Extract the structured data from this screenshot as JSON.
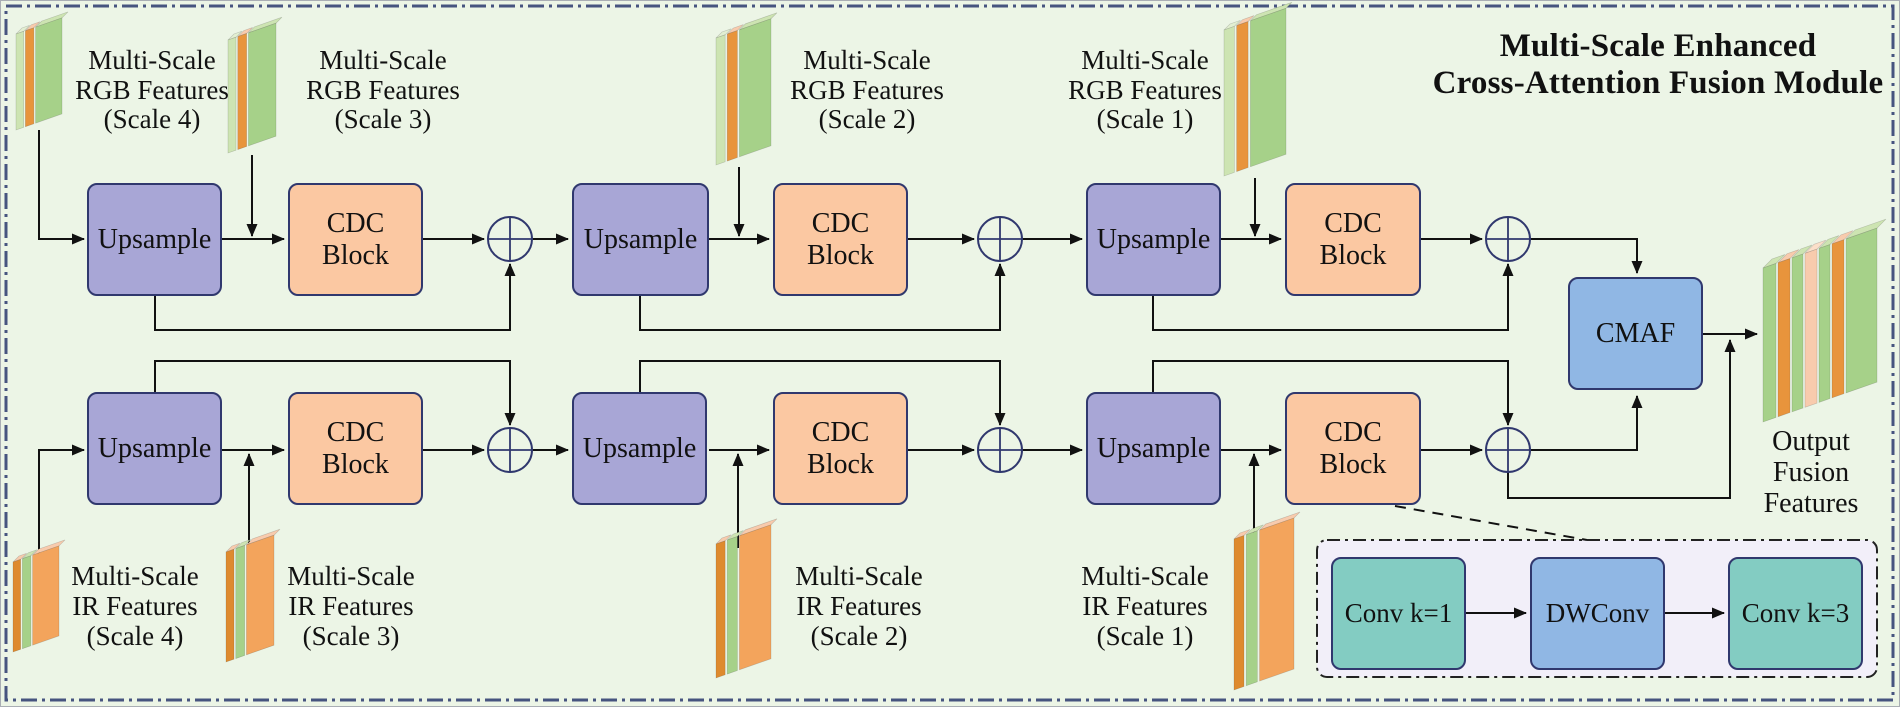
{
  "title": {
    "line1": "Multi-Scale Enhanced",
    "line2": "Cross-Attention Fusion Module"
  },
  "blocks": {
    "upsample": "Upsample",
    "cdc_line1": "CDC",
    "cdc_line2": "Block",
    "cmaf": "CMAF",
    "conv_k1": "Conv k=1",
    "dwconv": "DWConv",
    "conv_k3": "Conv k=3"
  },
  "operator": {
    "type": "elementwise-add",
    "symbol": "⊕"
  },
  "features": {
    "rgb": [
      {
        "line1": "Multi-Scale",
        "line2": "RGB Features",
        "line3": "(Scale 4)"
      },
      {
        "line1": "Multi-Scale",
        "line2": "RGB Features",
        "line3": "(Scale 3)"
      },
      {
        "line1": "Multi-Scale",
        "line2": "RGB Features",
        "line3": "(Scale 2)"
      },
      {
        "line1": "Multi-Scale",
        "line2": "RGB Features",
        "line3": "(Scale 1)"
      }
    ],
    "ir": [
      {
        "line1": "Multi-Scale",
        "line2": "IR Features",
        "line3": "(Scale 4)"
      },
      {
        "line1": "Multi-Scale",
        "line2": "IR Features",
        "line3": "(Scale 3)"
      },
      {
        "line1": "Multi-Scale",
        "line2": "IR Features",
        "line3": "(Scale 2)"
      },
      {
        "line1": "Multi-Scale",
        "line2": "IR Features",
        "line3": "(Scale 1)"
      }
    ],
    "output": {
      "line1": "Output",
      "line2": "Fusion",
      "line3": "Features"
    }
  },
  "icons": {
    "rgb": "rgb-feature-stack-icon",
    "ir": "ir-feature-stack-icon",
    "output": "output-feature-stack-icon",
    "add": "add-circle-icon"
  },
  "colors": {
    "background": "#ecf5e6",
    "upsample_block": "#a8a6d6",
    "cdc_block": "#fbc8a2",
    "cmaf_block": "#90b7e4",
    "conv_block": "#83ccc2",
    "dwconv_block": "#90b7e4",
    "detail_box_bg": "#f2eff9",
    "block_border": "#30386e",
    "wire": "#111111",
    "green_layer": "#a6d189",
    "pale_green_layer": "#cde4b2",
    "orange_layer": "#e8943c",
    "ir_main_layer": "#f3a45c",
    "ir_dark_layer": "#de8a2e",
    "peach_layer": "#f8cbad"
  }
}
